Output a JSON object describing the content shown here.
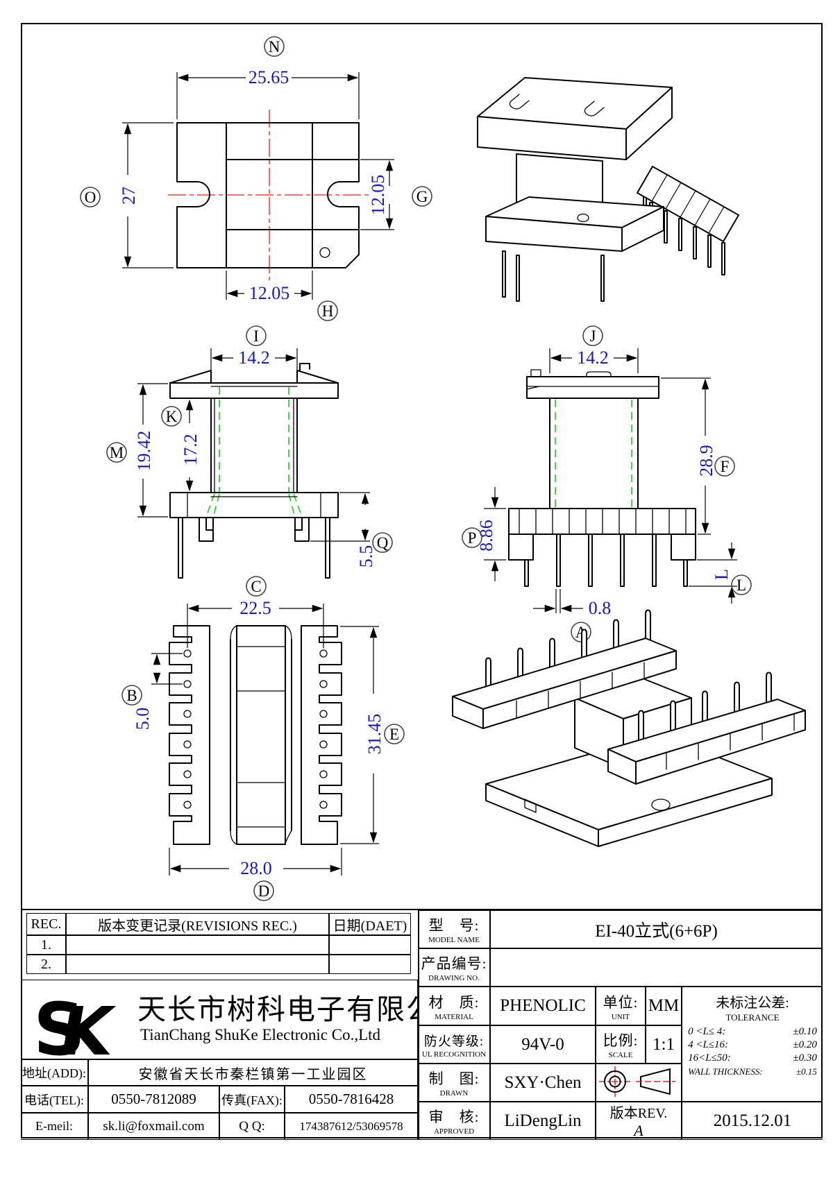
{
  "views": {
    "top": {
      "dim_width": "25.65",
      "dim_height": "27",
      "dim_side": "12.05",
      "dim_bottom": "12.05",
      "labels": {
        "n": "N",
        "o": "O",
        "g": "G",
        "h": "H"
      }
    },
    "front": {
      "dim_window_w": "14.2",
      "dim_overall": "19.42",
      "dim_window_h": "17.2",
      "dim_flange": "5.5",
      "labels": {
        "i": "I",
        "k": "K",
        "m": "M",
        "q": "Q"
      }
    },
    "side": {
      "dim_window_w": "14.2",
      "dim_height": "28.9",
      "dim_base": "8.86",
      "dim_pin_w": "0.8",
      "dim_pin_len": "L",
      "labels": {
        "j": "J",
        "f": "F",
        "p": "P",
        "l": "L",
        "a": "A"
      }
    },
    "bottom": {
      "dim_span": "22.5",
      "dim_pitch": "5.0",
      "dim_len": "31.45",
      "dim_width": "28.0",
      "labels": {
        "b": "B",
        "e": "E",
        "d": "D",
        "c": "C"
      }
    }
  },
  "title_block": {
    "revisions": {
      "rec": "REC.",
      "title": "版本变更记录(REVISIONS REC.)",
      "date": "日期(DAET)",
      "row1": "1.",
      "row2": "2."
    },
    "company": {
      "logo": "SK",
      "name_cn": "天长市树科电子有限公司",
      "name_en": "TianChang ShuKe Electronic Co.,Ltd",
      "addr_label": "地址(ADD):",
      "addr_value": "安徽省天长市秦栏镇第一工业园区",
      "tel_label": "电话(TEL):",
      "tel_value": "0550-7812089",
      "fax_label": "传真(FAX):",
      "fax_value": "0550-7816428",
      "email_label": "E-meil:",
      "email_value": "sk.li@foxmail.com",
      "qq_label": "Q Q:",
      "qq_value": "174387612/53069578"
    },
    "fields": {
      "model_label": "型　号:",
      "model_label_en": "MODEL NAME",
      "model_value": "EI-40立式(6+6P)",
      "drawing_label": "产品编号:",
      "drawing_label_en": "DRAWING NO.",
      "drawing_value": "",
      "material_label": "材　质:",
      "material_label_en": "MATERIAL",
      "material_value": "PHENOLIC",
      "unit_label": "单位:",
      "unit_label_en": "UNIT",
      "unit_value": "MM",
      "fire_label": "防火等级:",
      "fire_label_en": "UL RECOGNITION",
      "fire_value": "94V-0",
      "scale_label": "比例:",
      "scale_label_en": "SCALE",
      "scale_value": "1:1",
      "drawn_label": "制　图:",
      "drawn_label_en": "DRAWN",
      "drawn_value": "SXY·Chen",
      "approved_label": "审　核:",
      "approved_label_en": "APPROVED",
      "approved_value": "LiDengLin",
      "rev_label": "版本REV.",
      "rev_value": "A",
      "date_value": "2015.12.01"
    },
    "tolerance": {
      "title": "未标注公差:",
      "subtitle": "TOLERANCE",
      "rows": [
        {
          "range": "0 <L≤ 4:",
          "value": "±0.10"
        },
        {
          "range": "4 <L≤16:",
          "value": "±0.20"
        },
        {
          "range": "16<L≤50:",
          "value": "±0.30"
        },
        {
          "range": "WALL THICKNESS:",
          "value": "±0.15"
        }
      ]
    }
  }
}
